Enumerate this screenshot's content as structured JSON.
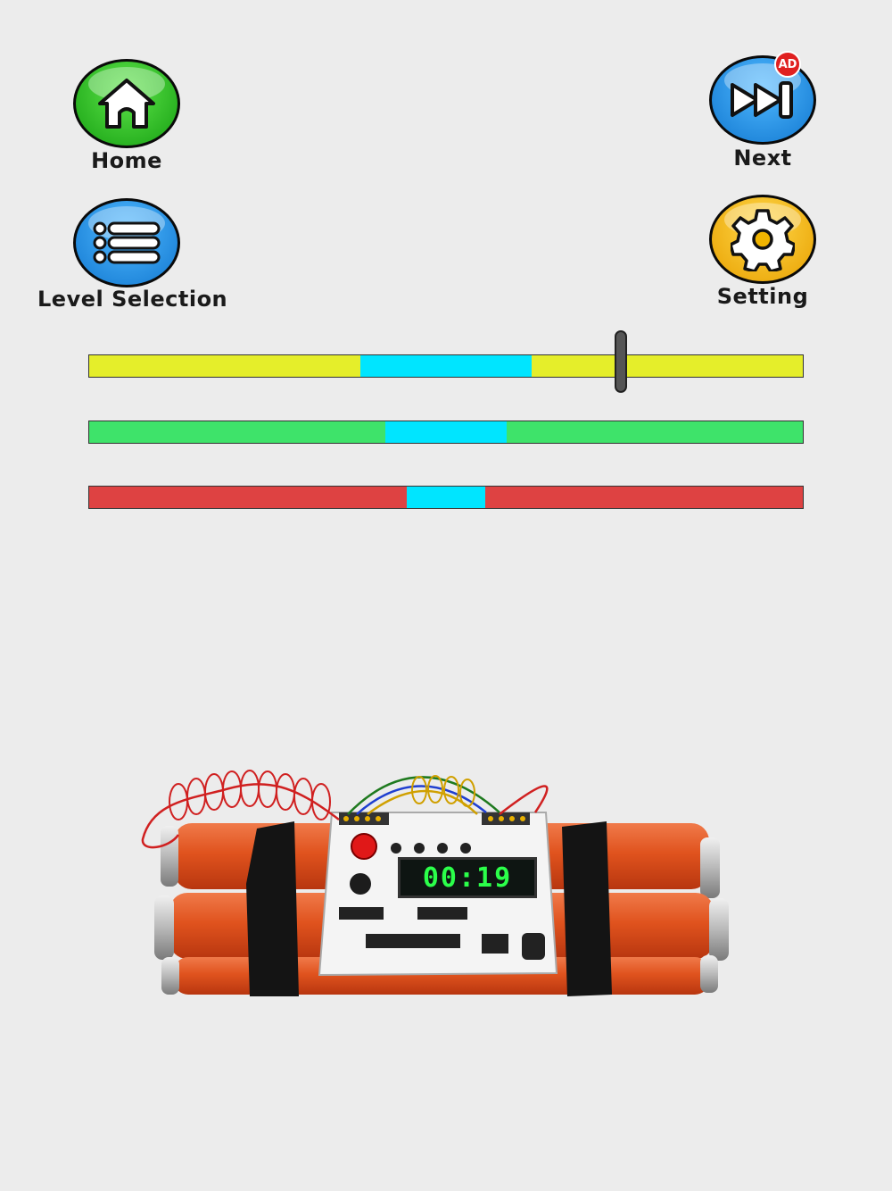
{
  "buttons": {
    "home": {
      "label": "Home",
      "icon": "home-icon",
      "color": "#22b81c"
    },
    "level_selection": {
      "label": "Level Selection",
      "icon": "list-icon",
      "color": "#1e90e8"
    },
    "next": {
      "label": "Next",
      "icon": "skip-forward-icon",
      "color": "#1e90e8",
      "badge": "AD"
    },
    "setting": {
      "label": "Setting",
      "icon": "gear-icon",
      "color": "#f0b400"
    }
  },
  "bars": [
    {
      "color": "#e5ee2a",
      "target_start": 0.38,
      "target_end": 0.62,
      "marker_position": 0.745
    },
    {
      "color": "#3ee36a",
      "target_start": 0.415,
      "target_end": 0.585
    },
    {
      "color": "#de4242",
      "target_start": 0.445,
      "target_end": 0.555
    }
  ],
  "target_color": "#00e5ff",
  "bomb": {
    "timer": "00:19"
  }
}
